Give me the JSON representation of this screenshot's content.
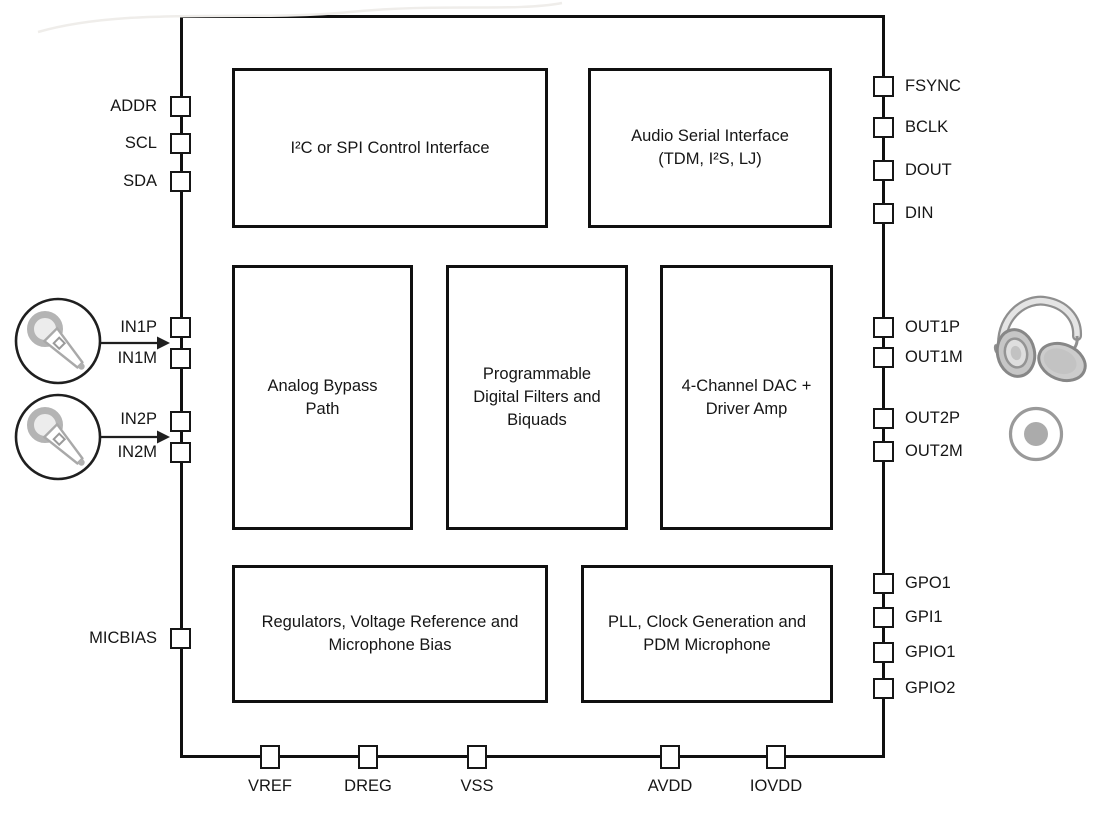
{
  "blocks": [
    {
      "id": "control-interface",
      "label": "I²C or SPI Control Interface"
    },
    {
      "id": "audio-serial-interface",
      "label": "Audio Serial Interface\n(TDM, I²S, LJ)"
    },
    {
      "id": "analog-bypass",
      "label": "Analog Bypass\nPath"
    },
    {
      "id": "digital-filters",
      "label": "Programmable\nDigital Filters and\nBiquads"
    },
    {
      "id": "dac-driver-amp",
      "label": "4-Channel DAC +\nDriver Amp"
    },
    {
      "id": "regulators-micbias",
      "label": "Regulators, Voltage Reference and\nMicrophone Bias"
    },
    {
      "id": "pll-clock-pdm",
      "label": "PLL, Clock Generation and\nPDM Microphone"
    }
  ],
  "pins": {
    "left": [
      {
        "label": "ADDR"
      },
      {
        "label": "SCL"
      },
      {
        "label": "SDA"
      },
      {
        "label": "IN1P"
      },
      {
        "label": "IN1M"
      },
      {
        "label": "IN2P"
      },
      {
        "label": "IN2M"
      },
      {
        "label": "MICBIAS"
      }
    ],
    "right": [
      {
        "label": "FSYNC"
      },
      {
        "label": "BCLK"
      },
      {
        "label": "DOUT"
      },
      {
        "label": "DIN"
      },
      {
        "label": "OUT1P"
      },
      {
        "label": "OUT1M"
      },
      {
        "label": "OUT2P"
      },
      {
        "label": "OUT2M"
      },
      {
        "label": "GPO1"
      },
      {
        "label": "GPI1"
      },
      {
        "label": "GPIO1"
      },
      {
        "label": "GPIO2"
      }
    ],
    "bottom": [
      {
        "label": "VREF"
      },
      {
        "label": "DREG"
      },
      {
        "label": "VSS"
      },
      {
        "label": "AVDD"
      },
      {
        "label": "IOVDD"
      }
    ]
  },
  "icons": {
    "input_left": [
      {
        "name": "microphone-icon",
        "target": "IN1"
      },
      {
        "name": "microphone-icon",
        "target": "IN2"
      }
    ],
    "output_right": [
      {
        "name": "headphones-icon",
        "target": "OUT1"
      },
      {
        "name": "speaker-icon",
        "target": "OUT2"
      }
    ]
  },
  "colors": {
    "line": "#101010",
    "background": "#ffffff",
    "icon_gray": "#9a9a9a",
    "icon_light_gray": "#e4e4e4"
  }
}
